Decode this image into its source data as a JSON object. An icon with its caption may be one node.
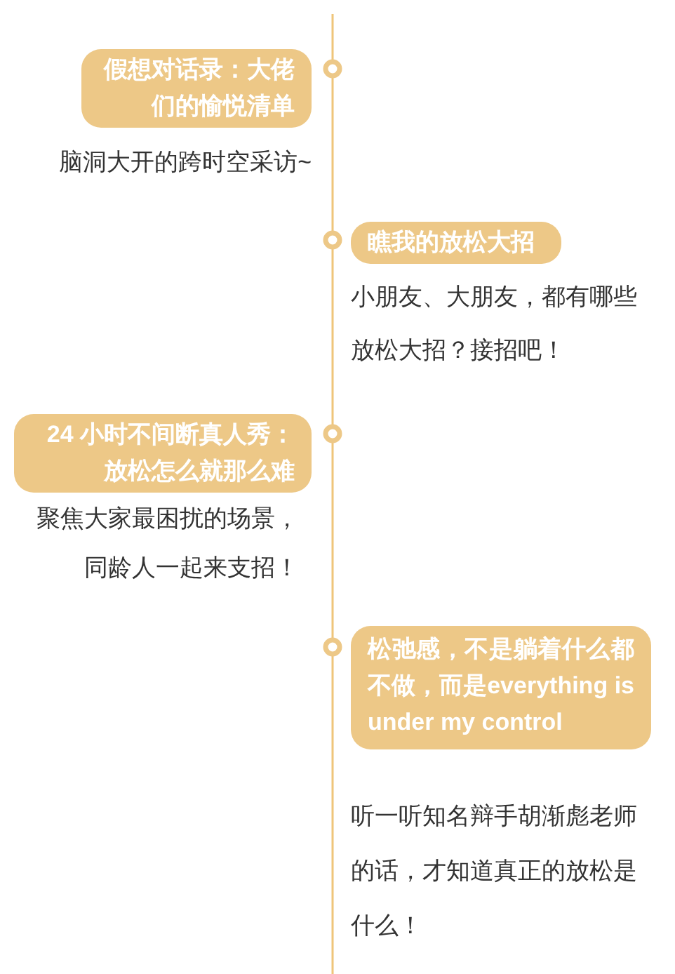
{
  "diagram": {
    "nodes": [
      {
        "text": [
          "假想对话录：大佬们的愉悦清单"
        ],
        "beside": [
          "脑洞大开的跨时空采访~"
        ]
      },
      {
        "text": [
          "瞧我的放松大招"
        ],
        "beside": [
          "小朋友、大朋友，都有哪些放松大招？接招吧！"
        ]
      },
      {
        "text": [
          "24 小时不间断真人秀：放松怎么就那么难"
        ],
        "beside": [
          "聚焦大家最困扰的场景，同龄人一起来支招！"
        ]
      },
      {
        "text": [
          "松弛感，不是躺着什么都不做，而是everything is under my control"
        ],
        "beside": [
          "听一听知名辩手胡渐彪老师的话，才知道真正的放松是什么！"
        ]
      }
    ]
  }
}
